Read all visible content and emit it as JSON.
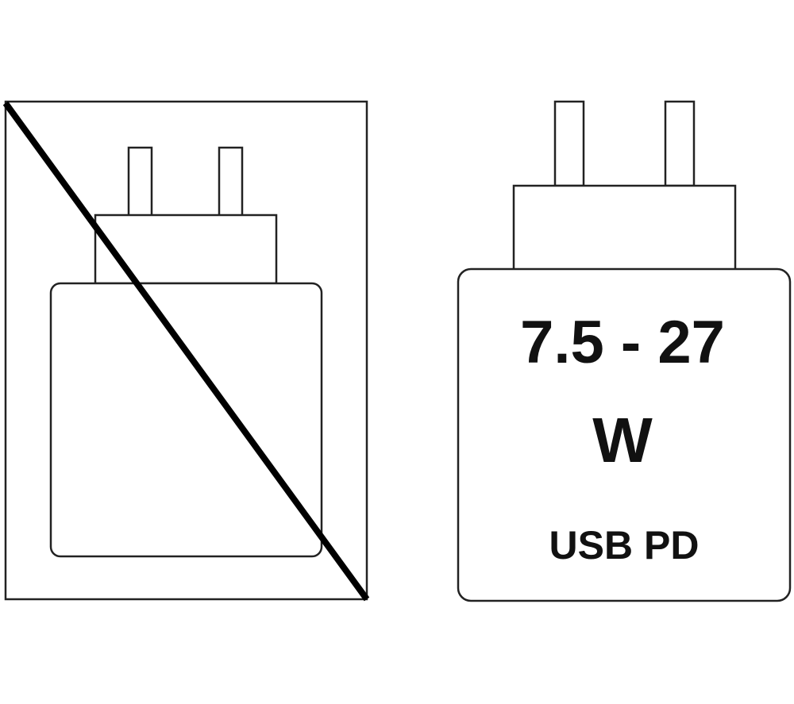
{
  "colors": {
    "stroke": "#222222",
    "cross": "#000000",
    "text": "#111111",
    "background": "#ffffff"
  },
  "charger_right": {
    "power_range": "7.5 - 27",
    "power_unit": "W",
    "protocol": "USB PD"
  }
}
